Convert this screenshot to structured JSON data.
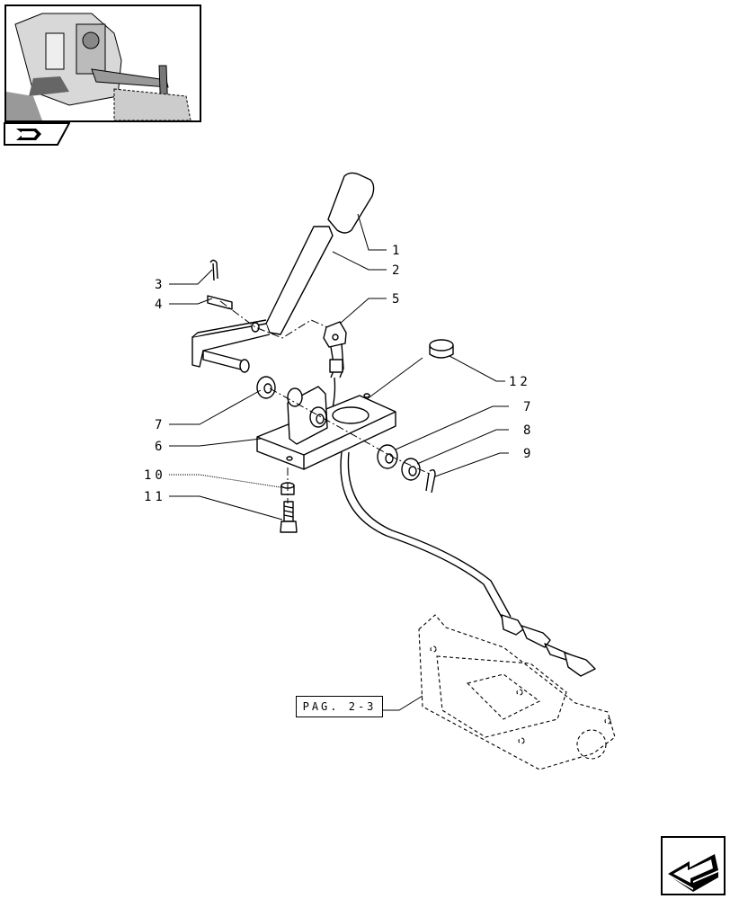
{
  "thumbnail": {
    "icon": "tractor-location-thumbnail",
    "tab_icon": "book-arrow-icon"
  },
  "callouts": [
    {
      "num": "1"
    },
    {
      "num": "2"
    },
    {
      "num": "3"
    },
    {
      "num": "4"
    },
    {
      "num": "5"
    },
    {
      "num": "12"
    },
    {
      "num": "7"
    },
    {
      "num": "7"
    },
    {
      "num": "6"
    },
    {
      "num": "8"
    },
    {
      "num": "9"
    },
    {
      "num": "10"
    },
    {
      "num": "11"
    }
  ],
  "page_ref": {
    "label": "PAG. 2-3"
  },
  "nav": {
    "icon": "next-page-arrow-icon"
  }
}
